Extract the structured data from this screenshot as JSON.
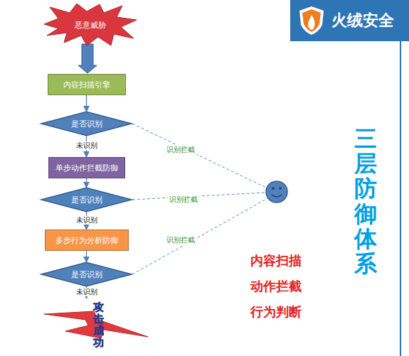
{
  "diagram": {
    "nodes": [
      {
        "text": [
          "恶意威胁"
        ]
      },
      {
        "text": [
          "内容扫描引擎"
        ]
      },
      {
        "text": [
          "是否识别"
        ]
      },
      {
        "text": [
          "单步动作拦截防御"
        ]
      },
      {
        "text": [
          "是否识别"
        ]
      },
      {
        "text": [
          "多步行为分析防御"
        ]
      },
      {
        "text": [
          "是否识别"
        ]
      },
      {
        "text": [
          "攻击成功"
        ]
      },
      {
        "text": [
          "火绒安全"
        ]
      }
    ],
    "edges": [
      {
        "from": 0,
        "to": 1,
        "arrow": "to"
      },
      {
        "from": 1,
        "to": 2,
        "arrow": "to"
      },
      {
        "from": 2,
        "to": 3,
        "label": "未识别",
        "arrow": "to"
      },
      {
        "from": 3,
        "to": 4,
        "arrow": "to"
      },
      {
        "from": 4,
        "to": 5,
        "label": "未识别",
        "arrow": "to"
      },
      {
        "from": 5,
        "to": 6,
        "arrow": "to"
      },
      {
        "from": 6,
        "to": 7,
        "label": "未识别",
        "arrow": "to"
      }
    ],
    "labels": [
      "识别拦截",
      "识别拦截",
      "识别拦截",
      "内容扫描",
      "动作拦截",
      "行为判断",
      "三层防御体系"
    ]
  }
}
